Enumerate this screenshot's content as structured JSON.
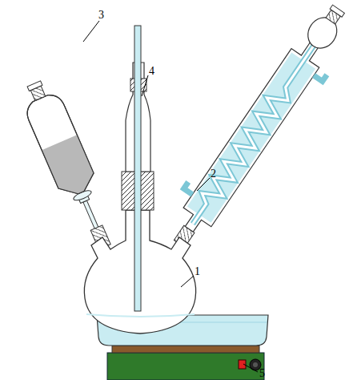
{
  "diagram": {
    "labels": [
      "3",
      "4",
      "2",
      "1",
      "5"
    ]
  }
}
